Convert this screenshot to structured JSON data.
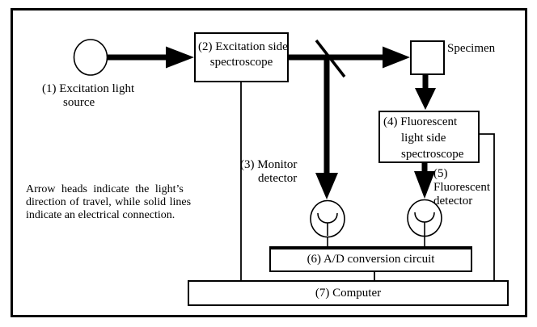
{
  "nodes": {
    "source_label": {
      "line1": "(1) Excitation light",
      "line2": "source"
    },
    "excitation_spectroscope": {
      "line1": "(2) Excitation side",
      "line2": "spectroscope"
    },
    "monitor_detector_label": {
      "line1": "(3) Monitor",
      "line2": "detector"
    },
    "fluorescent_spectroscope": {
      "line1": "(4) Fluorescent",
      "line2": "light side",
      "line3": "spectroscope"
    },
    "fluorescent_detector_label": {
      "line1": "(5)",
      "line2": "Fluorescent",
      "line3": "detector"
    },
    "ad_circuit": {
      "label": "(6) A/D conversion circuit"
    },
    "computer": {
      "label": "(7) Computer"
    },
    "specimen": {
      "label": "Specimen"
    }
  },
  "note": {
    "line1": "Arrow heads indicate the light’s",
    "line2": "direction of travel, while solid lines",
    "line3": "indicate an electrical connection."
  },
  "colors": {
    "ink": "#000000",
    "background": "#ffffff"
  }
}
